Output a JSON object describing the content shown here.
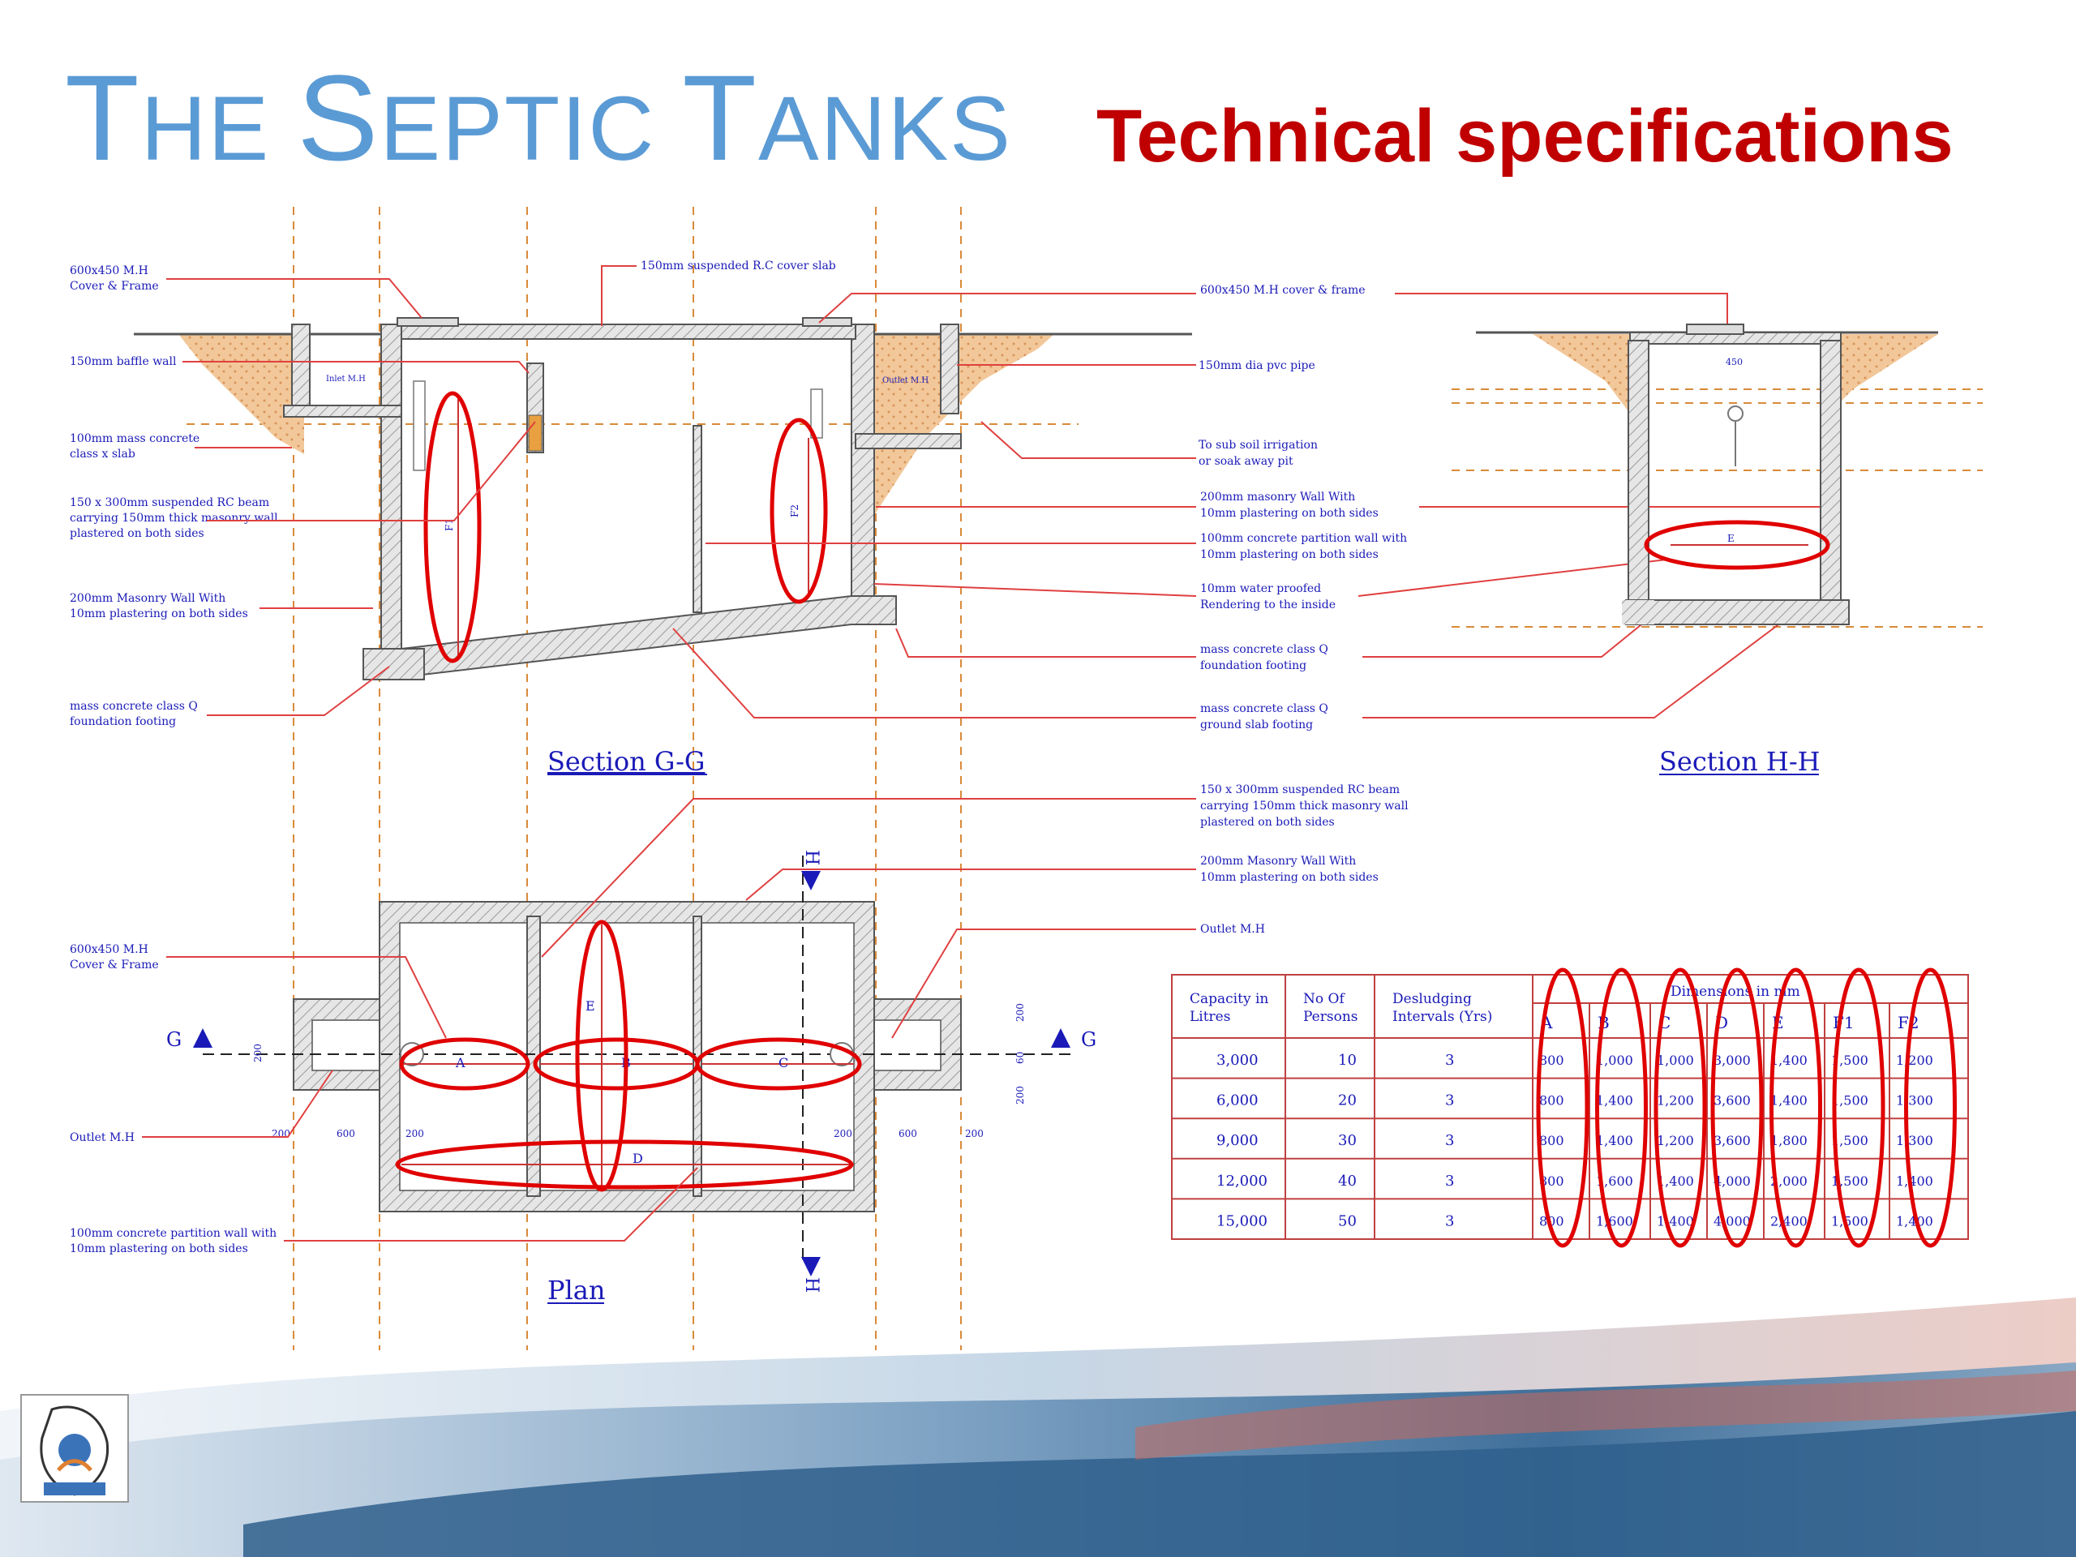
{
  "slide": {
    "title_first": "T",
    "title_rest1": "HE ",
    "title_S": "S",
    "title_rest2": "EPTIC ",
    "title_T2": "T",
    "title_rest3": "ANKS",
    "subtitle": "Technical specifications",
    "colors": {
      "title": "#5b9bd5",
      "subtitle": "#c00000",
      "annotation": "#1a1ab8",
      "leader": "#e04040",
      "highlight": "#e00000"
    }
  },
  "section_gg": {
    "caption": "Section G-G",
    "labels": {
      "mh_cover": "600x450 M.H",
      "mh_cover2": "Cover & Frame",
      "baffle": "150mm baffle wall",
      "mass_slab1": "100mm mass concrete",
      "mass_slab2": "class x slab",
      "beam1": "150 x 300mm suspended RC beam",
      "beam2": "carrying 150mm thick masonry wall",
      "beam3": "plastered on both sides",
      "masonry1": "200mm Masonry Wall With",
      "masonry2": "10mm  plastering on both sides",
      "footing1": "mass concrete class Q",
      "footing2": "foundation footing",
      "cover_slab": "150mm suspended R.C cover slab",
      "inlet": "Inlet M.H",
      "outlet": "Outlet M.H",
      "dim_f1": "F1",
      "dim_f2": "F2"
    },
    "right_labels": {
      "mh_frame": "600x450 M.H cover & frame",
      "pvc": "150mm dia pvc pipe",
      "irrigation1": "To sub soil irrigation",
      "irrigation2": "or soak away pit",
      "wall1": "200mm masonry Wall With",
      "wall2": "10mm  plastering on both sides",
      "partition1": "100mm concrete  partition wall with",
      "partition2": "10mm  plastering on both sides",
      "proofed1": "10mm water proofed",
      "proofed2": "Rendering to the  inside",
      "footQ1": "mass concrete class Q",
      "footQ2": "foundation footing",
      "slabQ1": "mass concrete class Q",
      "slabQ2": "ground slab footing"
    }
  },
  "section_hh": {
    "caption": "Section H-H",
    "dim_450": "450",
    "dim_e": "E"
  },
  "plan": {
    "caption": "Plan",
    "labels": {
      "beam1": "150 x 300mm suspended RC beam",
      "beam2": "carrying 150mm thick masonry wall",
      "beam3": "plastered on both sides",
      "masonry1": "200mm Masonry Wall With",
      "masonry2": "10mm  plastering on both sides",
      "outlet_mh": "Outlet M.H",
      "mh_cover1": "600x450 M.H",
      "mh_cover2": "Cover & Frame",
      "outlet_mh_left": "Outlet M.H",
      "partition1": "100mm concrete  partition wall with",
      "partition2": "10mm  plastering on both sides"
    },
    "dims": {
      "a": "A",
      "b": "B",
      "c": "C",
      "d": "D",
      "e": "E",
      "g": "G",
      "h": "H",
      "d200": "200",
      "d600": "600",
      "d60": "60"
    }
  },
  "table": {
    "headers": [
      "Capacity in Litres",
      "No Of Persons",
      "Desludging Intervals (Yrs)"
    ],
    "header_lines": [
      [
        "Capacity in",
        "Litres"
      ],
      [
        "No Of",
        "Persons"
      ],
      [
        "Desludging",
        "Intervals (Yrs)"
      ]
    ],
    "dim_group": "Dimensions in mm",
    "dim_cols": [
      "A",
      "B",
      "C",
      "D",
      "E",
      "F1",
      "F2"
    ],
    "rows": [
      [
        "3,000",
        "10",
        "3",
        "800",
        "1,000",
        "1,000",
        "3,000",
        "1,400",
        "1,500",
        "1,200"
      ],
      [
        "6,000",
        "20",
        "3",
        "800",
        "1,400",
        "1,200",
        "3,600",
        "1,400",
        "1,500",
        "1,300"
      ],
      [
        "9,000",
        "30",
        "3",
        "800",
        "1,400",
        "1,200",
        "3,600",
        "1,800",
        "1,500",
        "1,300"
      ],
      [
        "12,000",
        "40",
        "3",
        "800",
        "1,600",
        "1,400",
        "4,000",
        "2,000",
        "1,500",
        "1,400"
      ],
      [
        "15,000",
        "50",
        "3",
        "800",
        "1,600",
        "1,400",
        "4,000",
        "2,400",
        "1,500",
        "1,400"
      ]
    ]
  }
}
